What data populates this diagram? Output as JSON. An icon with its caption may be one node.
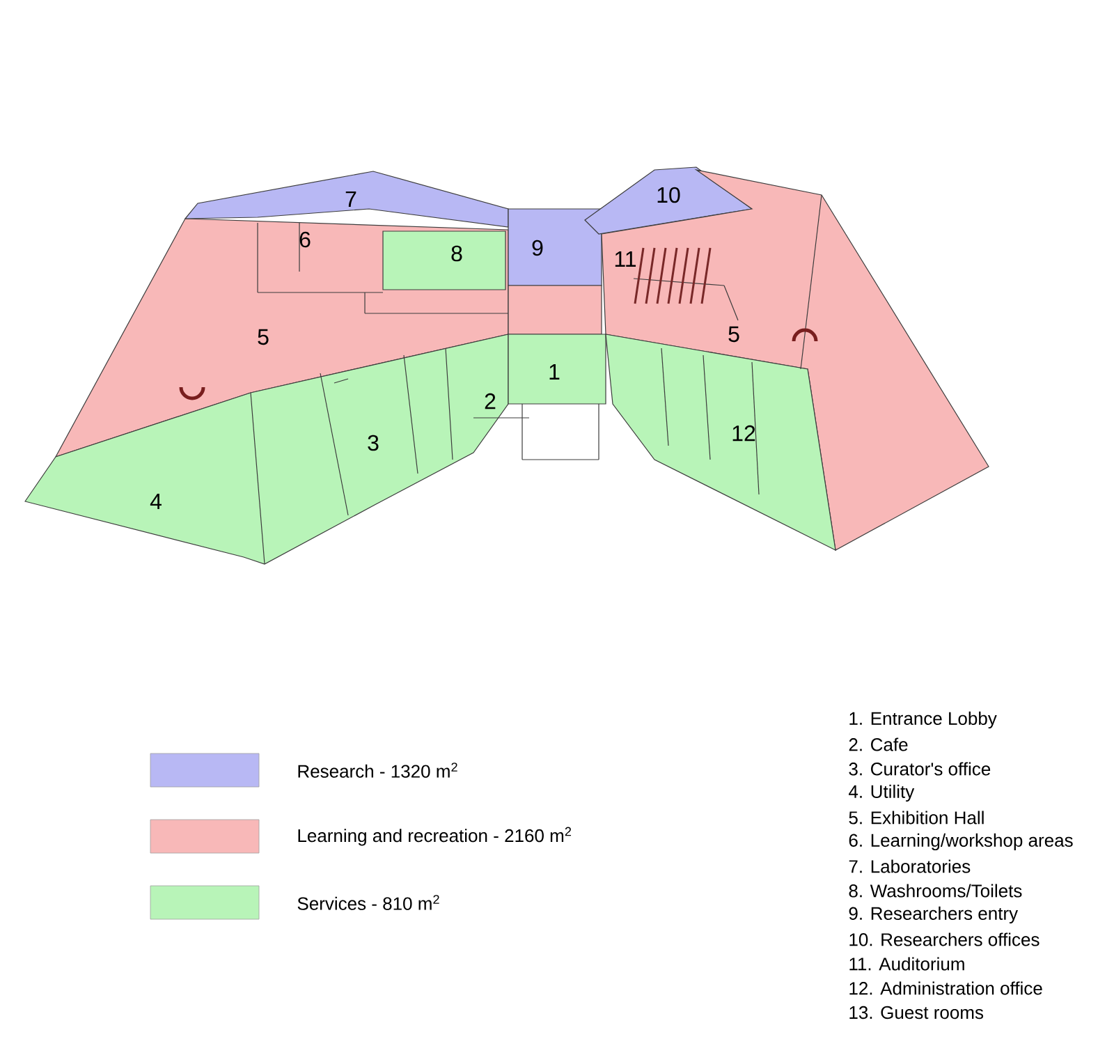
{
  "diagram": {
    "labels": [
      "7",
      "10",
      "6",
      "8",
      "9",
      "11",
      "5",
      "5",
      "1",
      "2",
      "12",
      "3",
      "4",
      "1. Entrance Lobby",
      "2. Cafe",
      "3. Curator's office",
      "4. Utility",
      "5. Exhibition Hall",
      "6. Learning/workshop areas",
      "7. Laboratories",
      "8. Washrooms/Toilets",
      "9. Researchers entry",
      "10. Researchers offices",
      "11. Auditorium",
      "12. Administration office",
      "13. Guest rooms"
    ],
    "legend": [
      {
        "text": "Research - 1320 m$^{2}$",
        "color": "#b8b8f4"
      },
      {
        "text": "Learning and recreation - 2160 m$^{2}$",
        "color": "#f8b8b8"
      },
      {
        "text": "Services - 810 m$^{2}$",
        "color": "#b8f4b8"
      }
    ]
  }
}
